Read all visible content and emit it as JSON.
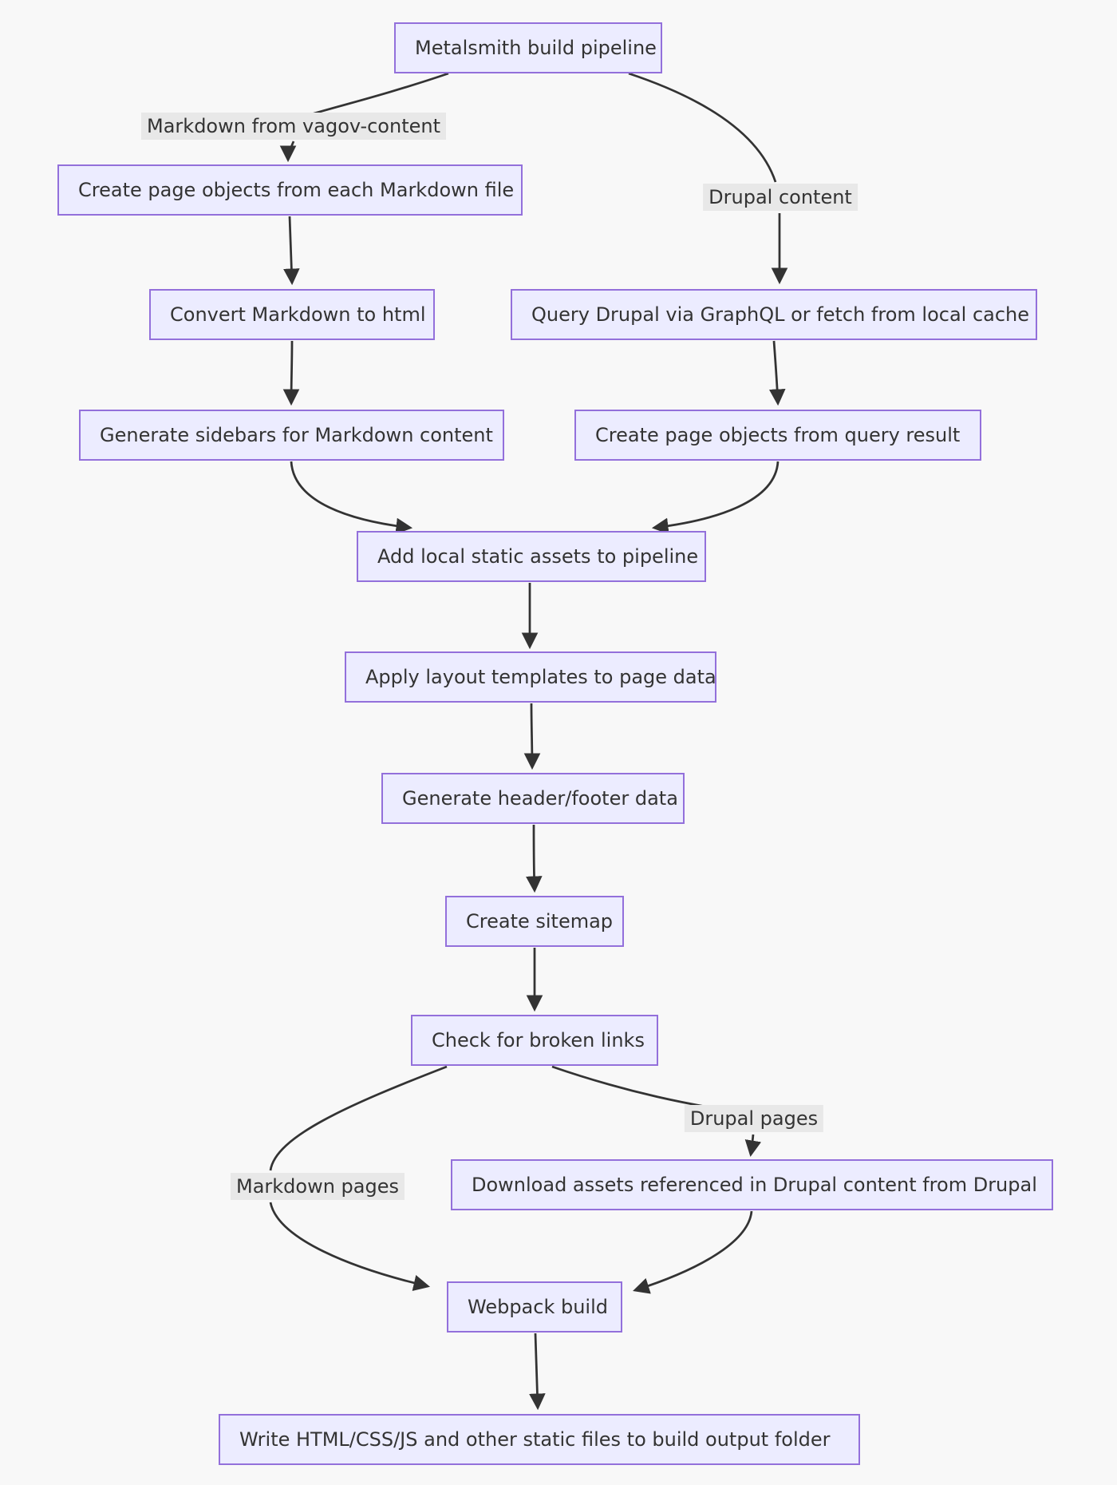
{
  "diagram": {
    "type": "flowchart",
    "direction": "top-down"
  },
  "nodes": [
    {
      "id": "metalsmith",
      "label": "Metalsmith build pipeline"
    },
    {
      "id": "md-page-objects",
      "label": "Create page objects from each Markdown file"
    },
    {
      "id": "convert-md",
      "label": "Convert Markdown to html"
    },
    {
      "id": "query-drupal",
      "label": "Query Drupal via GraphQL or fetch from local cache"
    },
    {
      "id": "gen-sidebars",
      "label": "Generate sidebars for Markdown content"
    },
    {
      "id": "query-objects",
      "label": "Create page objects from query result"
    },
    {
      "id": "add-assets",
      "label": "Add local static assets to pipeline"
    },
    {
      "id": "apply-layout",
      "label": "Apply layout templates to page data"
    },
    {
      "id": "header-footer",
      "label": "Generate header/footer data"
    },
    {
      "id": "sitemap",
      "label": "Create sitemap"
    },
    {
      "id": "broken-links",
      "label": "Check for broken links"
    },
    {
      "id": "download-assets",
      "label": "Download assets referenced in Drupal content from Drupal"
    },
    {
      "id": "webpack",
      "label": "Webpack build"
    },
    {
      "id": "write-output",
      "label": "Write HTML/CSS/JS and other static files to build output folder"
    }
  ],
  "edge_labels": [
    {
      "id": "markdown-source",
      "label": "Markdown from vagov-content"
    },
    {
      "id": "drupal-source",
      "label": "Drupal content"
    },
    {
      "id": "drupal-pages",
      "label": "Drupal pages"
    },
    {
      "id": "markdown-pages",
      "label": "Markdown pages"
    }
  ],
  "colors": {
    "background": "#f8f8f8",
    "node_fill": "#ECECFF",
    "node_border": "#9370DB",
    "edge_stroke": "#333333",
    "text": "#333333",
    "edge_label_bg": "#e8e8e8"
  }
}
